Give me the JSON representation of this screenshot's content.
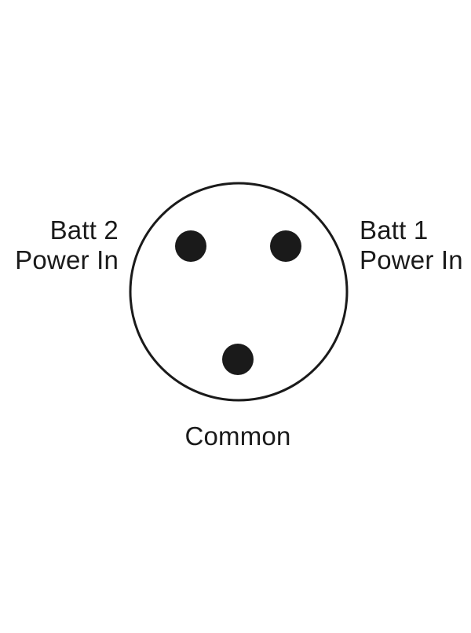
{
  "connector": {
    "pins": [
      {
        "label_lines": [
          "Batt 2",
          "Power In"
        ]
      },
      {
        "label_lines": [
          "Batt 1",
          "Power In"
        ]
      },
      {
        "label_lines": [
          "Common"
        ]
      }
    ]
  },
  "colors": {
    "ink": "#1a1a1a",
    "background": "#ffffff"
  }
}
